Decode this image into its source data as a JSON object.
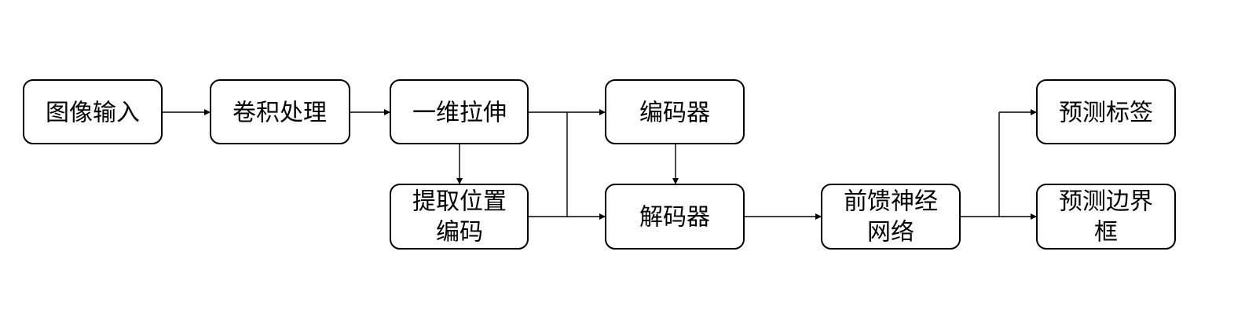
{
  "diagram": {
    "nodes": {
      "image_input": [
        "图像输入"
      ],
      "conv": [
        "卷积处理"
      ],
      "flatten": [
        "一维拉伸"
      ],
      "pos_encoding": [
        "提取位置",
        "编码"
      ],
      "encoder": [
        "编码器"
      ],
      "decoder": [
        "解码器"
      ],
      "ffn": [
        "前馈神经",
        "网络"
      ],
      "pred_label": [
        "预测标签"
      ],
      "pred_box": [
        "预测边界",
        "框"
      ]
    }
  }
}
